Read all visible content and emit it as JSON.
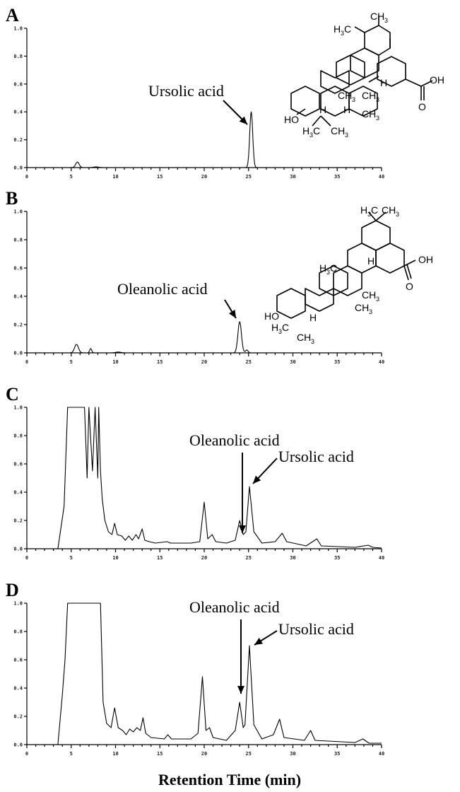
{
  "figure": {
    "xlabel": "Retention Time (min)",
    "annotations": {
      "ursolic": "Ursolic acid",
      "oleanolic": "Oleanolic acid"
    }
  },
  "chart_data": [
    {
      "type": "line",
      "panel": "A",
      "xlim": [
        0,
        40
      ],
      "ylim": [
        0,
        1.0
      ],
      "x_ticks": [
        0,
        5,
        10,
        15,
        20,
        25,
        30,
        35,
        40
      ],
      "y_ticks": [
        0.0,
        0.2,
        0.4,
        0.6,
        0.8,
        1.0
      ],
      "baseline": 0.0,
      "peaks": [
        {
          "x": 5.7,
          "y": 0.04,
          "w": 0.2
        },
        {
          "x": 7.8,
          "y": 0.005,
          "w": 0.3
        },
        {
          "x": 25.3,
          "y": 0.4,
          "w": 0.17,
          "label": "Ursolic acid"
        }
      ],
      "annotations": [
        {
          "text_key": "ursolic",
          "x": 25.3,
          "y": 0.4
        }
      ]
    },
    {
      "type": "line",
      "panel": "B",
      "xlim": [
        0,
        40
      ],
      "ylim": [
        0,
        1.0
      ],
      "x_ticks": [
        0,
        5,
        10,
        15,
        20,
        25,
        30,
        35,
        40
      ],
      "y_ticks": [
        0.0,
        0.2,
        0.4,
        0.6,
        0.8,
        1.0
      ],
      "baseline": 0.0,
      "peaks": [
        {
          "x": 5.6,
          "y": 0.06,
          "w": 0.22
        },
        {
          "x": 7.2,
          "y": 0.03,
          "w": 0.12
        },
        {
          "x": 10.3,
          "y": 0.006,
          "w": 0.3
        },
        {
          "x": 24.0,
          "y": 0.22,
          "w": 0.2,
          "label": "Oleanolic acid"
        },
        {
          "x": 24.8,
          "y": 0.02,
          "w": 0.15
        }
      ],
      "annotations": [
        {
          "text_key": "oleanolic",
          "x": 24.0,
          "y": 0.22
        }
      ]
    },
    {
      "type": "line",
      "panel": "C",
      "xlim": [
        0,
        40
      ],
      "ylim": [
        0,
        1.0
      ],
      "x_ticks": [
        0,
        5,
        10,
        15,
        20,
        25,
        30,
        35,
        40
      ],
      "y_ticks": [
        0.0,
        0.2,
        0.4,
        0.6,
        0.8,
        1.0
      ],
      "baseline": 0.0,
      "points": [
        [
          0,
          0.0
        ],
        [
          3.5,
          0.0
        ],
        [
          4.2,
          0.3
        ],
        [
          4.6,
          1.0
        ],
        [
          6.5,
          1.0
        ],
        [
          6.8,
          0.5
        ],
        [
          7.0,
          1.0
        ],
        [
          7.4,
          0.55
        ],
        [
          7.7,
          1.0
        ],
        [
          8.0,
          0.5
        ],
        [
          8.1,
          1.0
        ],
        [
          8.3,
          0.55
        ],
        [
          8.5,
          0.35
        ],
        [
          8.8,
          0.2
        ],
        [
          9.2,
          0.12
        ],
        [
          9.6,
          0.1
        ],
        [
          9.9,
          0.18
        ],
        [
          10.2,
          0.1
        ],
        [
          10.7,
          0.09
        ],
        [
          11.1,
          0.06
        ],
        [
          11.5,
          0.09
        ],
        [
          11.9,
          0.06
        ],
        [
          12.3,
          0.1
        ],
        [
          12.6,
          0.07
        ],
        [
          13.0,
          0.14
        ],
        [
          13.3,
          0.06
        ],
        [
          13.8,
          0.05
        ],
        [
          14.5,
          0.04
        ],
        [
          15.8,
          0.05
        ],
        [
          16.2,
          0.04
        ],
        [
          18.5,
          0.04
        ],
        [
          19.5,
          0.05
        ],
        [
          20.0,
          0.33
        ],
        [
          20.4,
          0.07
        ],
        [
          20.9,
          0.1
        ],
        [
          21.3,
          0.05
        ],
        [
          22.5,
          0.04
        ],
        [
          23.5,
          0.06
        ],
        [
          24.0,
          0.2
        ],
        [
          24.4,
          0.1
        ],
        [
          24.7,
          0.12
        ],
        [
          25.1,
          0.44
        ],
        [
          25.6,
          0.12
        ],
        [
          26.5,
          0.04
        ],
        [
          28.0,
          0.05
        ],
        [
          28.8,
          0.11
        ],
        [
          29.3,
          0.05
        ],
        [
          31.5,
          0.02
        ],
        [
          32.7,
          0.07
        ],
        [
          33.2,
          0.02
        ],
        [
          37.0,
          0.01
        ],
        [
          38.5,
          0.025
        ],
        [
          39.0,
          0.01
        ],
        [
          40.0,
          0.005
        ]
      ],
      "annotations": [
        {
          "text_key": "oleanolic",
          "x": 24.0,
          "y": 0.2
        },
        {
          "text_key": "ursolic",
          "x": 25.1,
          "y": 0.44
        }
      ]
    },
    {
      "type": "line",
      "panel": "D",
      "xlim": [
        0,
        40
      ],
      "ylim": [
        0,
        1.0
      ],
      "x_ticks": [
        0,
        5,
        10,
        15,
        20,
        25,
        30,
        35,
        40
      ],
      "y_ticks": [
        0.0,
        0.2,
        0.4,
        0.6,
        0.8,
        1.0
      ],
      "baseline": 0.0,
      "points": [
        [
          0,
          0.0
        ],
        [
          3.5,
          0.0
        ],
        [
          4.0,
          0.35
        ],
        [
          4.3,
          0.6
        ],
        [
          4.6,
          1.0
        ],
        [
          8.3,
          1.0
        ],
        [
          8.6,
          0.3
        ],
        [
          9.0,
          0.15
        ],
        [
          9.5,
          0.12
        ],
        [
          9.9,
          0.26
        ],
        [
          10.3,
          0.12
        ],
        [
          10.8,
          0.1
        ],
        [
          11.2,
          0.07
        ],
        [
          11.6,
          0.11
        ],
        [
          12.0,
          0.09
        ],
        [
          12.4,
          0.12
        ],
        [
          12.8,
          0.1
        ],
        [
          13.1,
          0.19
        ],
        [
          13.4,
          0.08
        ],
        [
          14.0,
          0.05
        ],
        [
          15.5,
          0.04
        ],
        [
          15.9,
          0.07
        ],
        [
          16.3,
          0.04
        ],
        [
          18.5,
          0.04
        ],
        [
          19.3,
          0.08
        ],
        [
          19.8,
          0.48
        ],
        [
          20.2,
          0.1
        ],
        [
          20.6,
          0.12
        ],
        [
          21.0,
          0.05
        ],
        [
          22.5,
          0.03
        ],
        [
          23.5,
          0.1
        ],
        [
          24.0,
          0.3
        ],
        [
          24.4,
          0.12
        ],
        [
          24.6,
          0.14
        ],
        [
          25.1,
          0.7
        ],
        [
          25.6,
          0.14
        ],
        [
          26.5,
          0.04
        ],
        [
          27.8,
          0.07
        ],
        [
          28.5,
          0.18
        ],
        [
          29.0,
          0.05
        ],
        [
          31.3,
          0.03
        ],
        [
          32.0,
          0.1
        ],
        [
          32.5,
          0.03
        ],
        [
          37.0,
          0.015
        ],
        [
          37.9,
          0.04
        ],
        [
          38.6,
          0.01
        ],
        [
          40.0,
          0.01
        ]
      ],
      "annotations": [
        {
          "text_key": "oleanolic",
          "x": 24.0,
          "y": 0.3
        },
        {
          "text_key": "ursolic",
          "x": 25.1,
          "y": 0.7
        }
      ]
    }
  ]
}
